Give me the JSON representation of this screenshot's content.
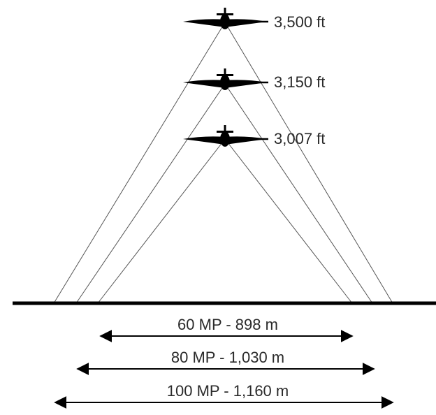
{
  "altitudes": [
    {
      "label": "3,500 ft"
    },
    {
      "label": "3,150 ft"
    },
    {
      "label": "3,007 ft"
    }
  ],
  "coverages": [
    {
      "label": "60 MP - 898 m"
    },
    {
      "label": "80 MP - 1,030 m"
    },
    {
      "label": "100 MP - 1,160 m"
    }
  ],
  "colors": {
    "ink": "#000000",
    "text": "#2a2a2a",
    "background": "#ffffff"
  }
}
